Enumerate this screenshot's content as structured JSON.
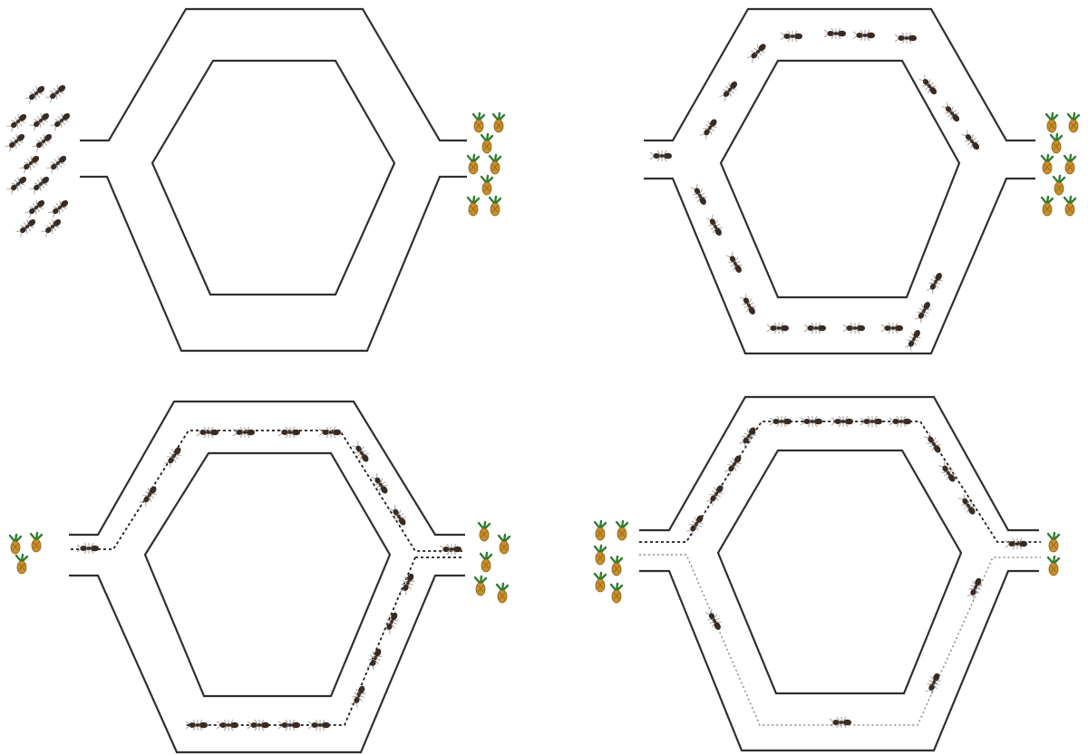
{
  "panels": [
    {
      "id": "initial",
      "ants_on_path": 0,
      "food_left_side": false,
      "food_right_side": true,
      "trail": "none"
    },
    {
      "id": "exploring",
      "ants_on_path": 22,
      "food_left_side": false,
      "food_right_side": true,
      "trail": "none"
    },
    {
      "id": "trail-forming",
      "ants_on_path": 19,
      "food_left_side": true,
      "food_right_side": true,
      "trail": "both-branches"
    },
    {
      "id": "shortest-path",
      "ants_on_path": 18,
      "food_left_side": true,
      "food_right_side": true,
      "trail": "upper-strong"
    }
  ],
  "icons": {
    "ant": "ant-icon",
    "food": "pineapple-icon"
  },
  "colors": {
    "wall": "#2f2f2f",
    "ant": "#3a2b22",
    "food_body": "#c8902a",
    "food_leaf": "#2f7d2f",
    "trail": "#1a1a1a"
  }
}
